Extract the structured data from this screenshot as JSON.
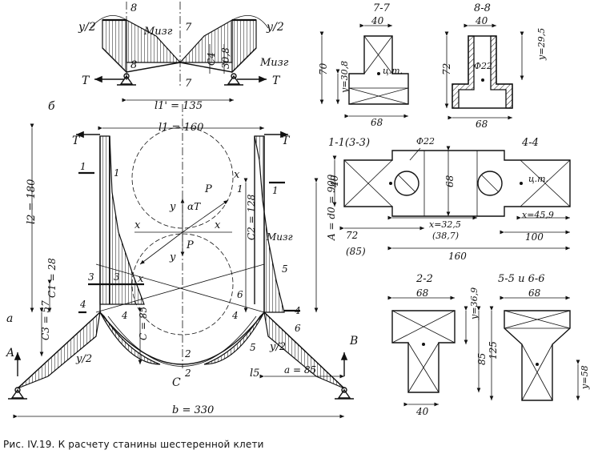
{
  "caption": "Рис. IV.19. К расчету станины шестеренной клети",
  "top_diagram": {
    "labels": [
      "у/2",
      "8",
      "Mизг",
      "7",
      "у/2",
      "Mизг",
      "8",
      "С4",
      "30,8",
      "7",
      "T",
      "T",
      "l1' = 135"
    ],
    "l1_prime": "l1' = 135"
  },
  "main_diagram": {
    "label_b": "б",
    "l1": "l1 = 160",
    "l2": "l2 = 180",
    "T_left": "T",
    "T_right": "T",
    "c2": "C2 = 128",
    "A_d0": "A = d0 = 900",
    "c1": "C1 = 28",
    "c3": "C3 = 57",
    "c": "C = 85",
    "a_dim": "a = 85",
    "b_dim": "b = 330",
    "M_izg": "Mизг",
    "y_half_left": "у/2",
    "y_half_right": "у/2",
    "l5": "l5",
    "support_A": "A",
    "support_B": "B",
    "point_a": "a",
    "point_C": "C",
    "force_P_top": "P",
    "force_P_center": "P",
    "alpha_T": "αT",
    "axis_x1": "x",
    "axis_x2": "x",
    "axis_y1": "y",
    "axis_y2": "y",
    "x_label_3": "x",
    "x_label_1": "x",
    "section_marks": [
      "1",
      "1",
      "1",
      "1",
      "3",
      "3",
      "4",
      "4",
      "4",
      "4",
      "5",
      "5",
      "6",
      "6",
      "2",
      "2"
    ]
  },
  "section_7_7": {
    "title": "7-7",
    "width_top": "40",
    "height": "70",
    "y": "у=30,8",
    "ct": "ц.т.",
    "width_bottom": "68"
  },
  "section_8_8": {
    "title": "8-8",
    "width_top": "40",
    "height": "72",
    "hole": "Φ22",
    "y": "у=29,5",
    "width_bottom": "68"
  },
  "section_1_1": {
    "title": "1-1(3-3)",
    "hole": "Φ22",
    "height": "40",
    "width_mid": "68",
    "dim_72": "72",
    "dim_85": "(85)",
    "x1": "x=32,5",
    "x1b": "(38,7)",
    "dim_160": "160"
  },
  "section_4_4": {
    "title": "4-4",
    "ct": "ц.т.",
    "x": "x=45,9",
    "dim_100": "100"
  },
  "section_2_2": {
    "title": "2-2",
    "width_top": "68",
    "y": "у=36,9",
    "height": "85",
    "width_bottom": "40"
  },
  "section_5_6": {
    "title": "5-5 и 6-6",
    "width_top": "68",
    "height": "125",
    "y": "у=58"
  }
}
